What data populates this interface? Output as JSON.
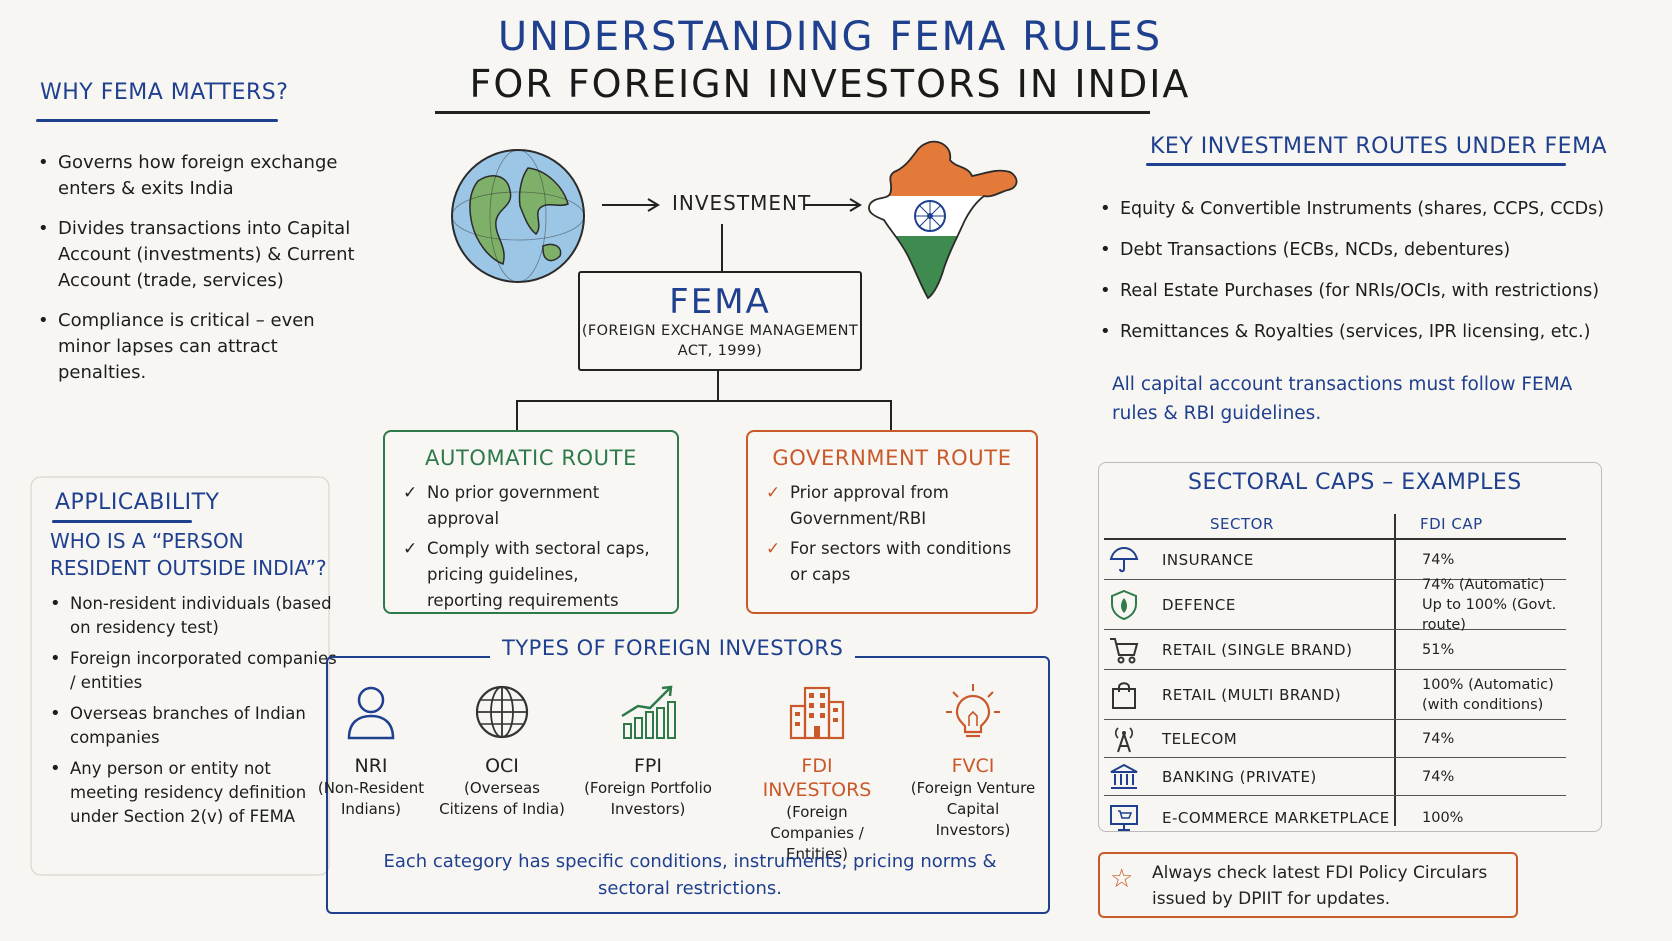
{
  "title": {
    "line1": "Understanding FEMA Rules",
    "line2": "for Foreign Investors in India"
  },
  "why": {
    "heading": "Why FEMA Matters?",
    "items": [
      "Governs how foreign exchange enters & exits India",
      "Divides transactions into Capital Account (investments) & Current Account (trade, services)",
      "Compliance is critical – even minor lapses can attract penalties."
    ]
  },
  "applicability": {
    "heading": "Applicability",
    "subheading": "Who is a “Person Resident Outside India”?",
    "items": [
      "Non-resident individuals (based on residency test)",
      "Foreign incorporated companies / entities",
      "Overseas branches of Indian companies",
      "Any person or entity not meeting residency definition under Section 2(v) of FEMA"
    ]
  },
  "flow": {
    "investment_label": "Investment",
    "fema_title": "FEMA",
    "fema_subtitle": "(Foreign Exchange Management Act, 1999)"
  },
  "automatic_route": {
    "title": "Automatic Route",
    "items": [
      "No prior government approval",
      "Comply with sectoral caps, pricing guidelines, reporting requirements"
    ]
  },
  "government_route": {
    "title": "Government Route",
    "items": [
      "Prior approval from Government/RBI",
      "For sectors with conditions or caps"
    ]
  },
  "types": {
    "title": "Types of Foreign Investors",
    "investors": [
      {
        "name": "NRI",
        "desc": "(Non-Resident Indians)",
        "icon": "person-icon",
        "color": "#1a1a1a"
      },
      {
        "name": "OCI",
        "desc": "(Overseas Citizens of India)",
        "icon": "globe-icon",
        "color": "#1a1a1a"
      },
      {
        "name": "FPI",
        "desc": "(Foreign Portfolio Investors)",
        "icon": "growth-chart-icon",
        "color": "#1a1a1a"
      },
      {
        "name": "FDI Investors",
        "desc": "(Foreign Companies / Entities)",
        "icon": "office-building-icon",
        "color": "#c9582a"
      },
      {
        "name": "FVCI",
        "desc": "(Foreign Venture Capital Investors)",
        "icon": "lightbulb-icon",
        "color": "#c9582a"
      }
    ],
    "note": "Each category has specific conditions, instruments, pricing norms & sectoral restrictions."
  },
  "key_routes": {
    "heading": "Key Investment Routes under FEMA",
    "items": [
      "Equity & Convertible Instruments (shares, CCPS, CCDs)",
      "Debt Transactions (ECBs, NCDs, debentures)",
      "Real Estate Purchases (for NRIs/OCIs, with restrictions)",
      "Remittances & Royalties (services, IPR licensing, etc.)"
    ],
    "note": "All capital account transactions must follow FEMA rules & RBI guidelines."
  },
  "sectoral_caps": {
    "heading": "Sectoral Caps – Examples",
    "col_sector": "Sector",
    "col_cap": "FDI Cap",
    "rows": [
      {
        "sector": "Insurance",
        "cap": "74%",
        "cap2": "",
        "icon": "umbrella-icon"
      },
      {
        "sector": "Defence",
        "cap": "74% (Automatic)",
        "cap2": "Up to 100% (Govt. route)",
        "icon": "shield-icon"
      },
      {
        "sector": "Retail (Single Brand)",
        "cap": "51%",
        "cap2": "",
        "icon": "shopping-cart-icon"
      },
      {
        "sector": "Retail (Multi Brand)",
        "cap": "100% (Automatic)",
        "cap2": "(with conditions)",
        "icon": "shopping-bag-icon"
      },
      {
        "sector": "Telecom",
        "cap": "74%",
        "cap2": "",
        "icon": "antenna-icon"
      },
      {
        "sector": "Banking (Private)",
        "cap": "74%",
        "cap2": "",
        "icon": "bank-icon"
      },
      {
        "sector": "E-Commerce Marketplace",
        "cap": "100%",
        "cap2": "",
        "icon": "ecommerce-monitor-icon"
      }
    ]
  },
  "tip": {
    "text": "Always check latest FDI Policy Circulars issued by DPIIT for updates."
  },
  "colors": {
    "navy": "#1f3f8f",
    "green": "#2e7a4a",
    "orange": "#c9582a"
  }
}
